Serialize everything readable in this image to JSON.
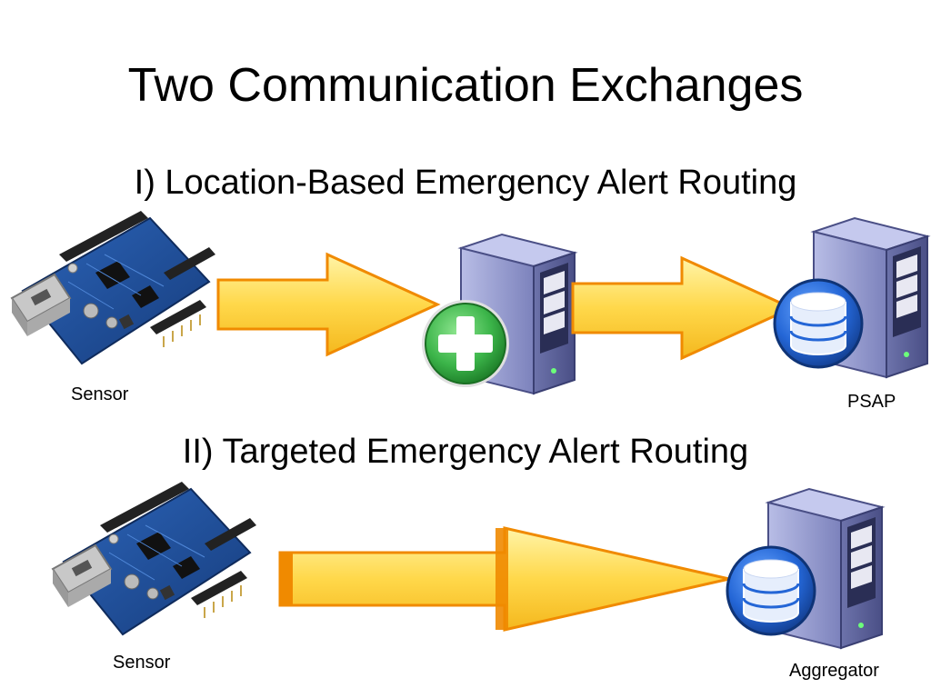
{
  "slide": {
    "title": "Two Communication Exchanges",
    "section1": {
      "heading": "I) Location-Based Emergency Alert Routing",
      "sensor_label": "Sensor",
      "psap_label": "PSAP"
    },
    "section2": {
      "heading": "II) Targeted Emergency Alert Routing",
      "sensor_label": "Sensor",
      "aggregator_label": "Aggregator"
    }
  },
  "colors": {
    "arrow_fill": "#ffd84a",
    "arrow_edge": "#f08a00",
    "server_body": "#8a90c8",
    "board_blue": "#1f4e9a",
    "plus_green": "#3cb54a",
    "db_blue": "#2466d6"
  },
  "icons": [
    "sensor-board",
    "server-icon",
    "add-icon",
    "database-icon",
    "arrow-right"
  ]
}
